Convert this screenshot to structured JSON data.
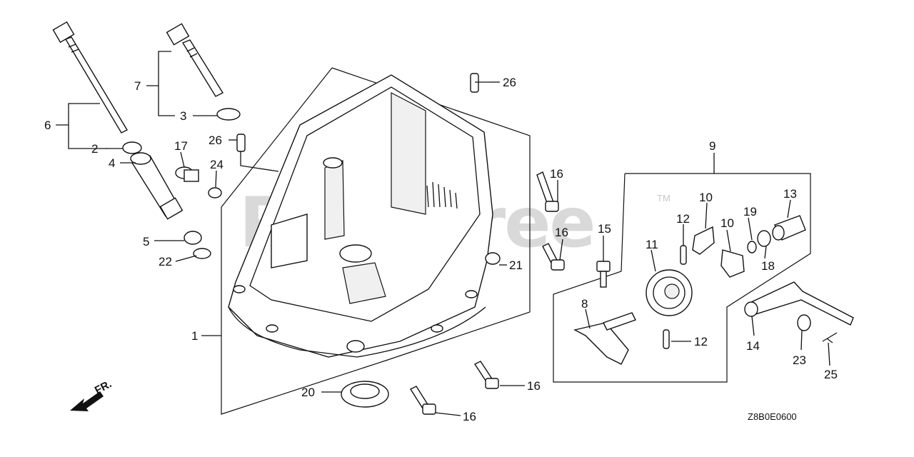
{
  "watermark": "PartsTree",
  "trademark": "TM",
  "diagram_code": "Z8B0E0600",
  "front_indicator": "FR.",
  "callouts": [
    {
      "id": "c1",
      "label": "1"
    },
    {
      "id": "c2",
      "label": "2"
    },
    {
      "id": "c3",
      "label": "3"
    },
    {
      "id": "c4",
      "label": "4"
    },
    {
      "id": "c5",
      "label": "5"
    },
    {
      "id": "c6",
      "label": "6"
    },
    {
      "id": "c7",
      "label": "7"
    },
    {
      "id": "c8",
      "label": "8"
    },
    {
      "id": "c9",
      "label": "9"
    },
    {
      "id": "c10a",
      "label": "10"
    },
    {
      "id": "c10b",
      "label": "10"
    },
    {
      "id": "c11",
      "label": "11"
    },
    {
      "id": "c12a",
      "label": "12"
    },
    {
      "id": "c12b",
      "label": "12"
    },
    {
      "id": "c13",
      "label": "13"
    },
    {
      "id": "c14",
      "label": "14"
    },
    {
      "id": "c15",
      "label": "15"
    },
    {
      "id": "c16a",
      "label": "16"
    },
    {
      "id": "c16b",
      "label": "16"
    },
    {
      "id": "c16c",
      "label": "16"
    },
    {
      "id": "c16d",
      "label": "16"
    },
    {
      "id": "c17",
      "label": "17"
    },
    {
      "id": "c18",
      "label": "18"
    },
    {
      "id": "c19",
      "label": "19"
    },
    {
      "id": "c20",
      "label": "20"
    },
    {
      "id": "c21",
      "label": "21"
    },
    {
      "id": "c22",
      "label": "22"
    },
    {
      "id": "c23",
      "label": "23"
    },
    {
      "id": "c24",
      "label": "24"
    },
    {
      "id": "c25",
      "label": "25"
    },
    {
      "id": "c26a",
      "label": "26"
    },
    {
      "id": "c26b",
      "label": "26"
    }
  ]
}
